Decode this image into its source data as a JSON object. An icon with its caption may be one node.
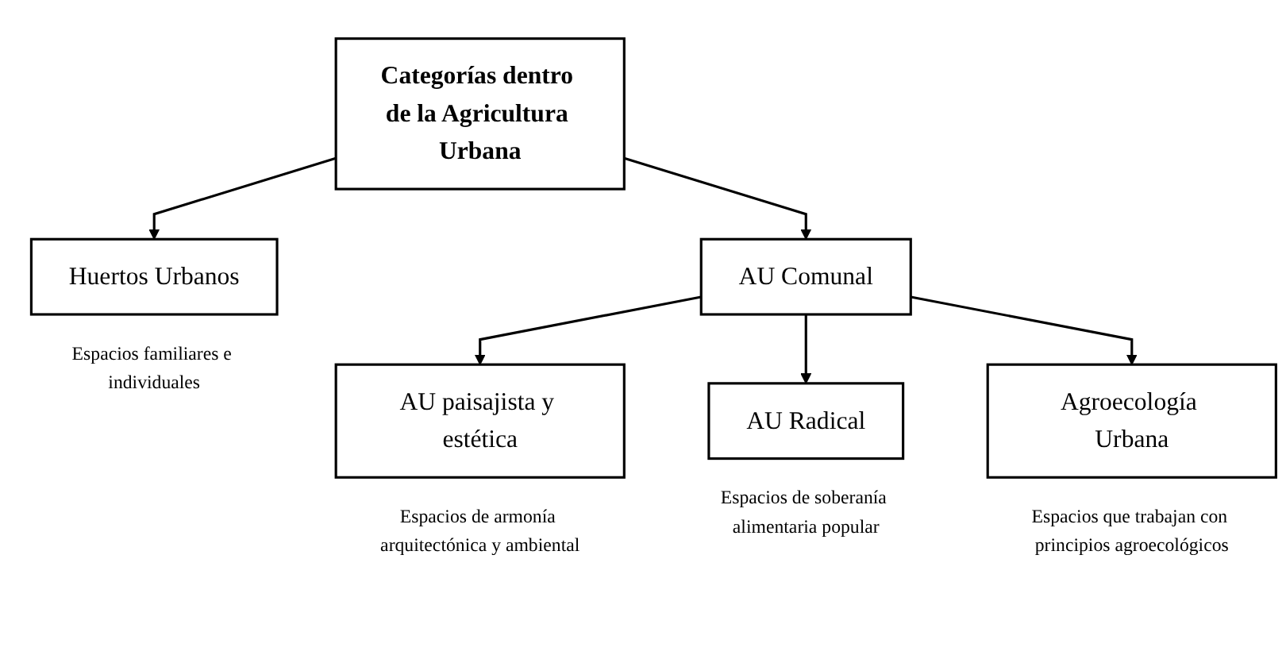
{
  "diagram": {
    "nodes": [
      {
        "text": [
          "Categorías dentro de la Agricultura Urbana"
        ]
      },
      {
        "text": [
          "Huertos Urbanos"
        ],
        "beside": [
          "Espacios familiares e individuales"
        ]
      },
      {
        "text": [
          "AU Comunal"
        ]
      },
      {
        "text": [
          "AU paisajista y estética"
        ],
        "beside": [
          "Espacios de armonía arquitectónica y ambiental"
        ]
      },
      {
        "text": [
          "AU Radical"
        ],
        "beside": [
          "Espacios de soberanía alimentaria popular"
        ]
      },
      {
        "text": [
          "Agroecología Urbana"
        ],
        "beside": [
          "Espacios que trabajan con principios agroecológicos"
        ]
      }
    ],
    "edges": [
      {
        "from": 0,
        "to": 1,
        "arrow": "to"
      },
      {
        "from": 0,
        "to": 2,
        "arrow": "to"
      },
      {
        "from": 2,
        "to": 3,
        "arrow": "to"
      },
      {
        "from": 2,
        "to": 4,
        "arrow": "to"
      },
      {
        "from": 2,
        "to": 5,
        "arrow": "to"
      }
    ]
  }
}
